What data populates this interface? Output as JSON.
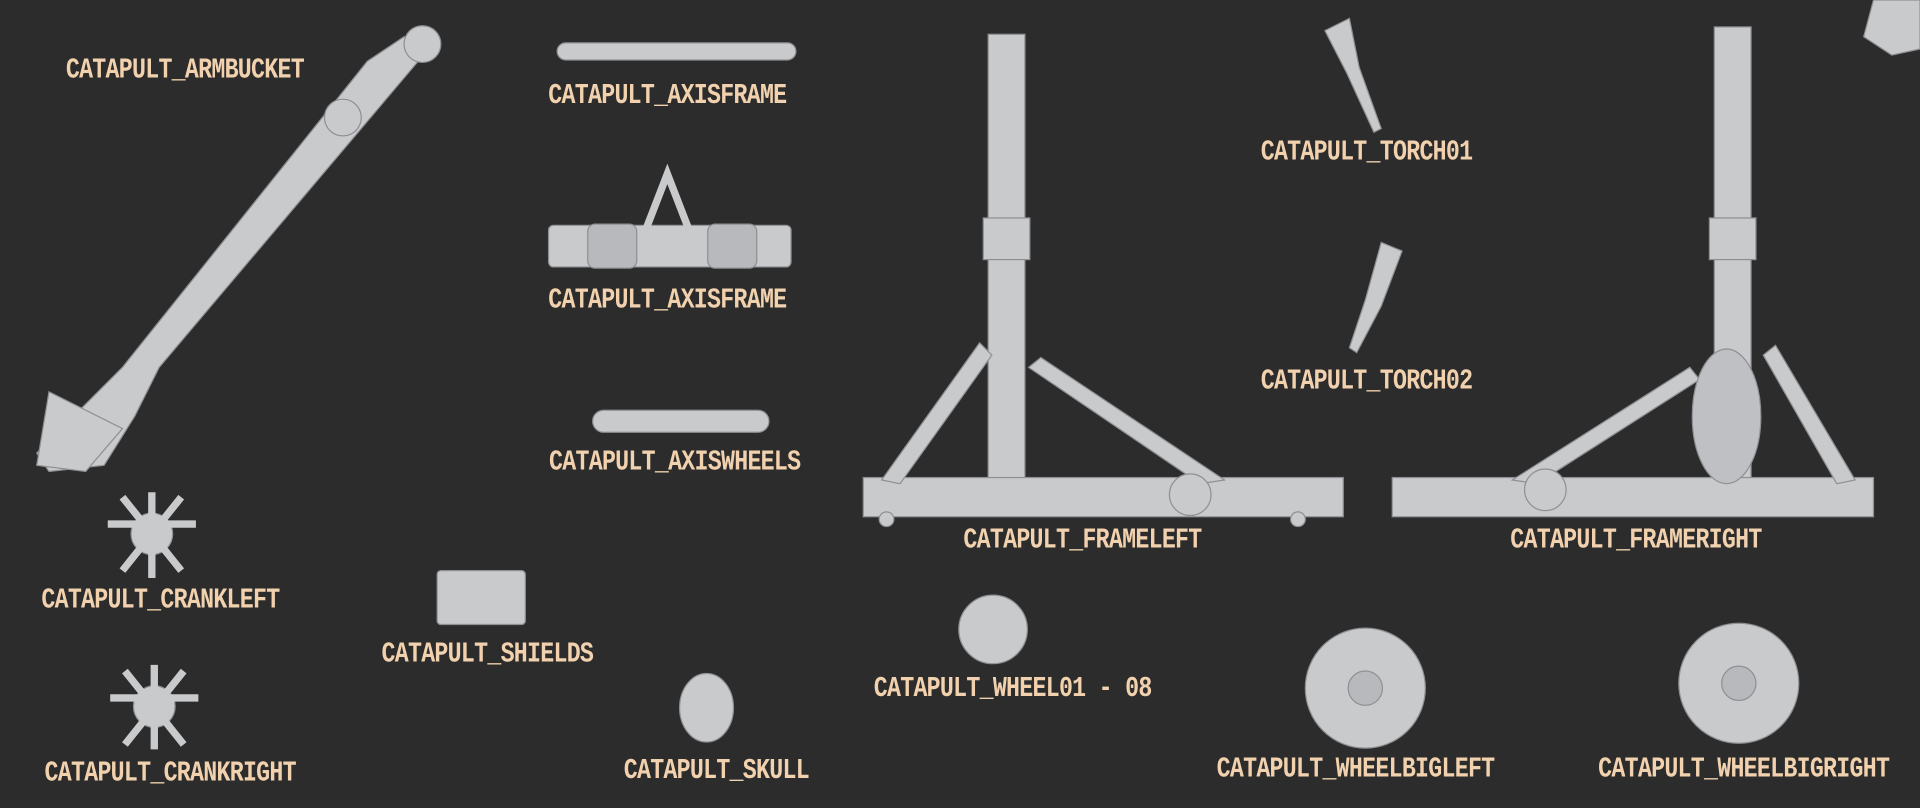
{
  "colors": {
    "background": "#2c2c2c",
    "label": "#f2d2ae",
    "model": "#c9cacc"
  },
  "labels": {
    "armbucket": "CATAPULT_ARMBUCKET",
    "axisframe1": "CATAPULT_AXISFRAME",
    "axisframe2": "CATAPULT_AXISFRAME",
    "axiswheels": "CATAPULT_AXISWHEELS",
    "frameleft": "CATAPULT_FRAMELEFT",
    "torch01": "CATAPULT_TORCH01",
    "torch02": "CATAPULT_TORCH02",
    "frameright": "CATAPULT_FRAMERIGHT",
    "crankleft": "CATAPULT_CRANKLEFT",
    "shields": "CATAPULT_SHIELDS",
    "crankright": "CATAPULT_CRANKRIGHT",
    "skull": "CATAPULT_SKULL",
    "wheel": "CATAPULT_WHEEL01 - 08",
    "wheelbigleft": "CATAPULT_WHEELBIGLEFT",
    "wheelbigright": "CATAPULT_WHEELBIGRIGHT"
  }
}
